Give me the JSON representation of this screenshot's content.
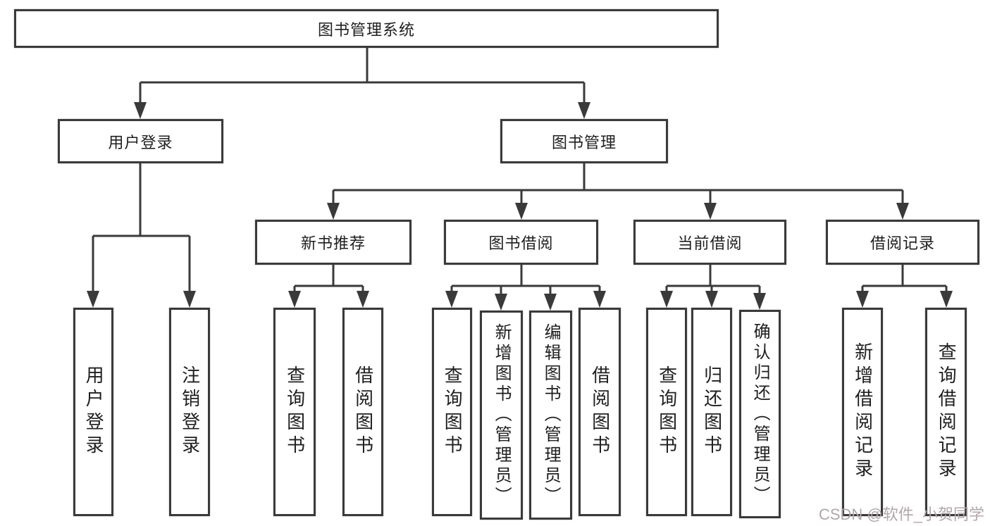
{
  "tree": {
    "label": "图书管理系统",
    "children": [
      {
        "label": "用户登录",
        "children": [
          {
            "label": "用户登录"
          },
          {
            "label": "注销登录"
          }
        ]
      },
      {
        "label": "图书管理",
        "children": [
          {
            "label": "新书推荐",
            "children": [
              {
                "label": "查询图书"
              },
              {
                "label": "借阅图书"
              }
            ]
          },
          {
            "label": "图书借阅",
            "children": [
              {
                "label": "查询图书"
              },
              {
                "label": "新增图书（管理员）"
              },
              {
                "label": "编辑图书（管理员）"
              },
              {
                "label": "借阅图书"
              }
            ]
          },
          {
            "label": "当前借阅",
            "children": [
              {
                "label": "查询图书"
              },
              {
                "label": "归还图书"
              },
              {
                "label": "确认归还（管理员）"
              }
            ]
          },
          {
            "label": "借阅记录",
            "children": [
              {
                "label": "新增借阅记录"
              },
              {
                "label": "查询借阅记录"
              }
            ]
          }
        ]
      }
    ]
  },
  "watermark": {
    "text": "CSDN @软件_小贺同学",
    "color": "#b2a7a7"
  },
  "colors": {
    "line": "#3a3a3a",
    "box_border": "#3a3a3a",
    "text": "#1f1f1f",
    "background": "#ffffff"
  }
}
